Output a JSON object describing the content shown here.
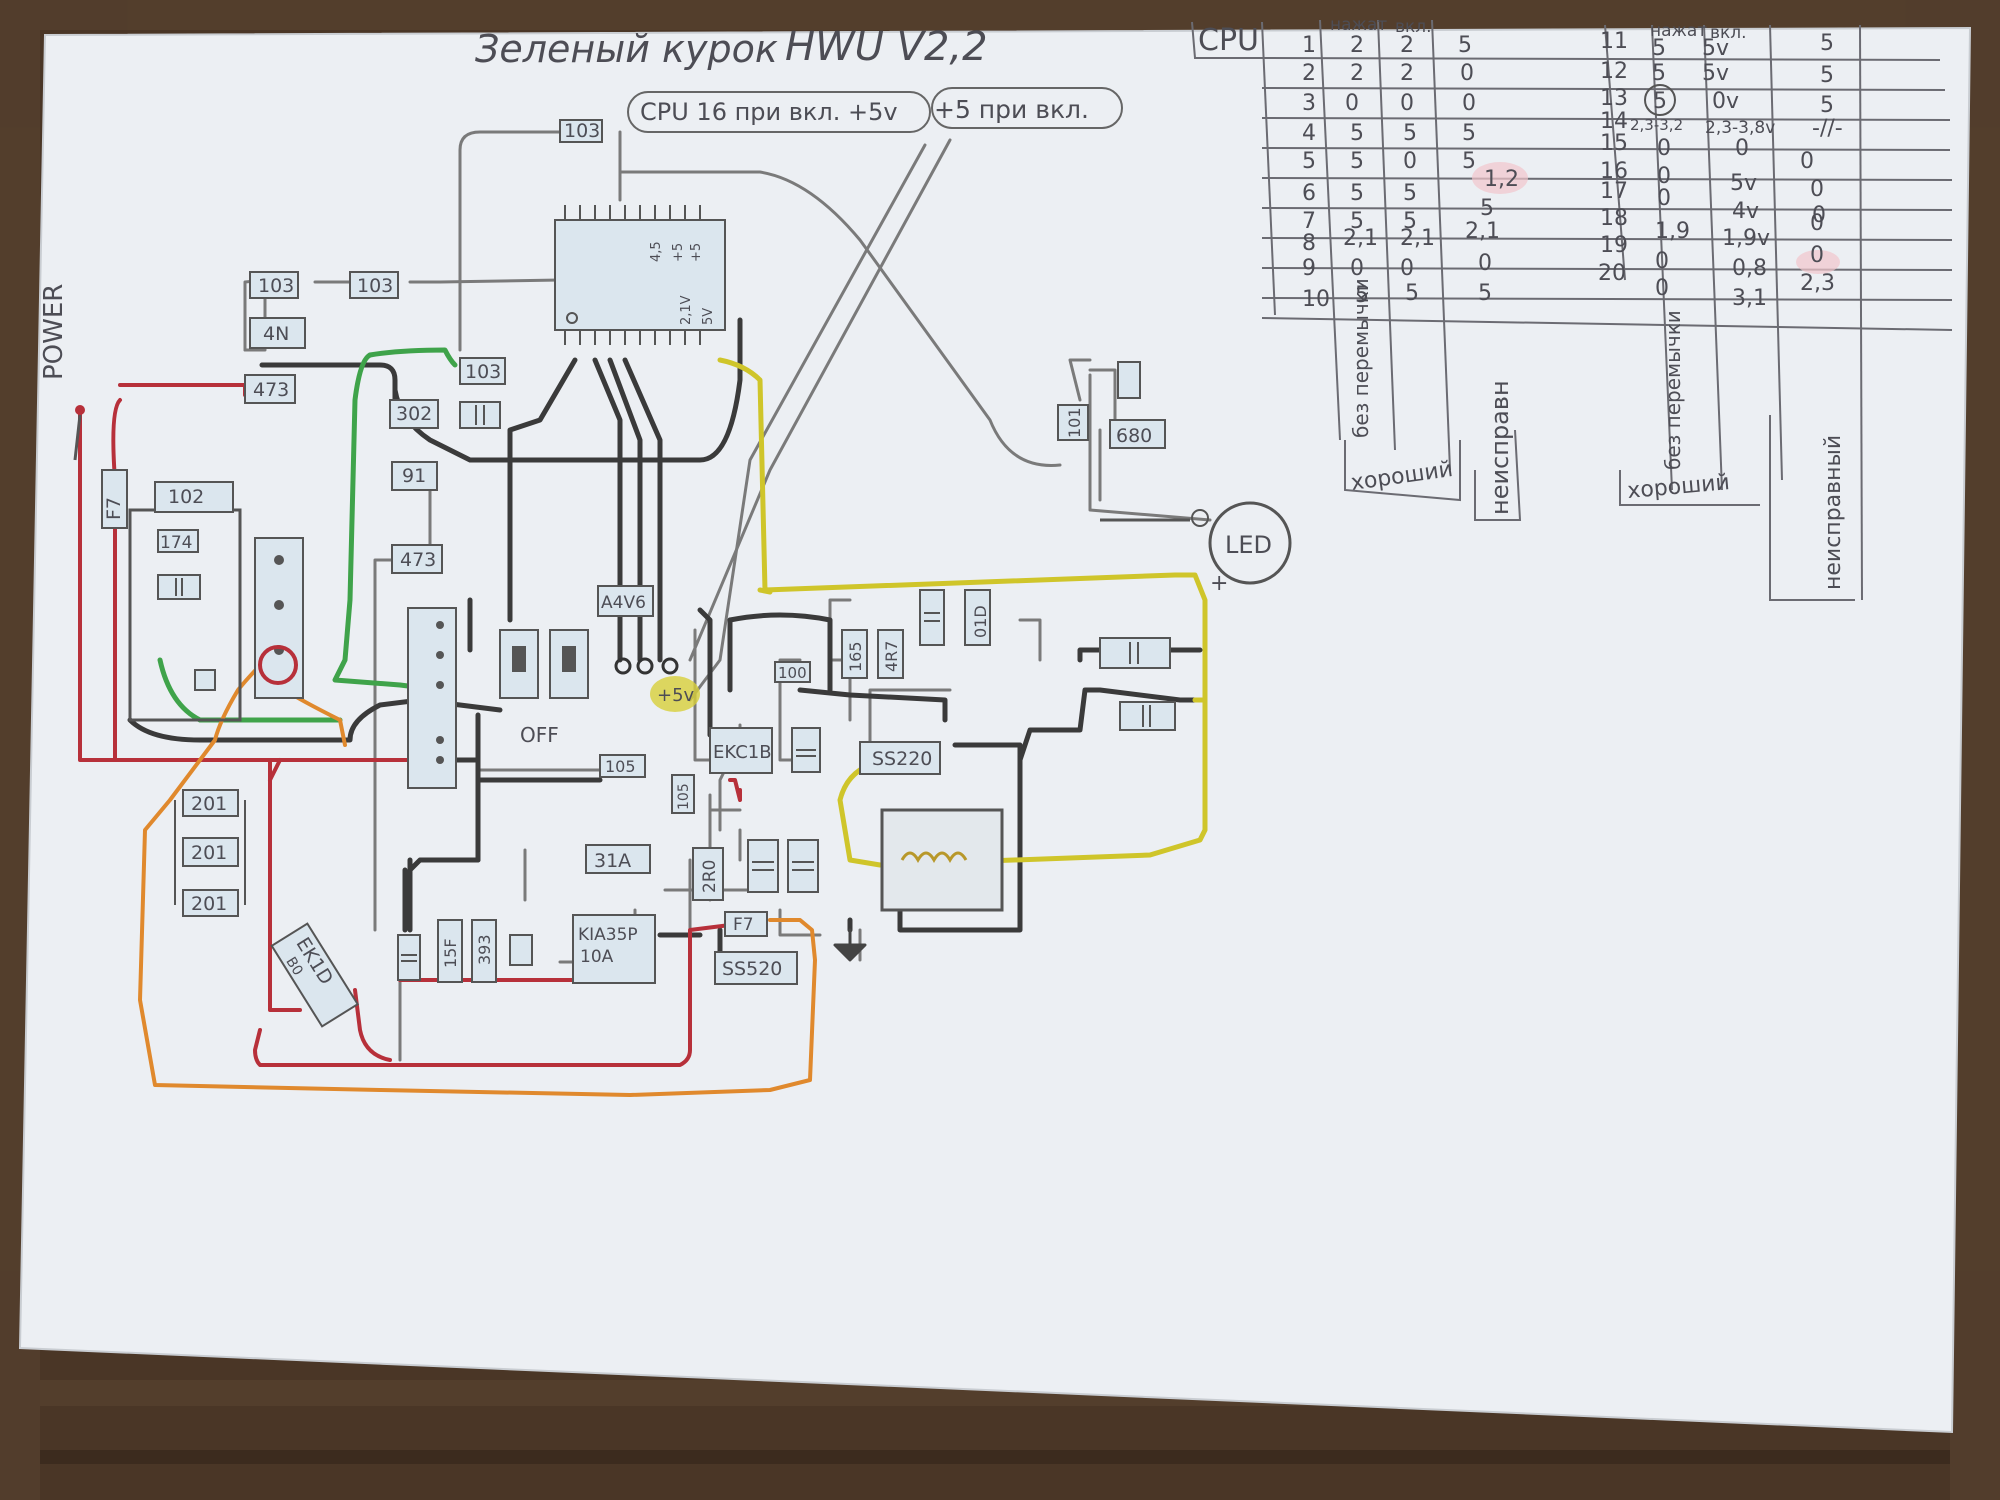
{
  "title_green": "Зеленый курок",
  "title_model": "HWU V2,2",
  "notes": {
    "cpu16": "CPU 16 при вкл. +5v",
    "plus5": "+5 при вкл."
  },
  "power_label": "POWER",
  "led_label": "LED",
  "off_label": "OFF",
  "plus5v_label": "+5v",
  "plus_sign": "+",
  "components": {
    "r103_top": "103",
    "r103_a": "103",
    "r103_b": "103",
    "r103_c": "103",
    "r4n": "4N",
    "r473_a": "473",
    "r473_b": "473",
    "r302": "302",
    "r91": "91",
    "r102": "102",
    "r174": "174",
    "fuse_power": "F7",
    "r101": "101",
    "r680": "680",
    "a4v6": "A4V6",
    "r165": "165",
    "r4r7": "4R7",
    "r01d": "01D",
    "r100": "100",
    "ekc1b": "EKC1B",
    "ss220": "SS220",
    "r105_a": "105",
    "r105_b": "105",
    "r31a": "31A",
    "r2r0": "2R0",
    "f7_low": "F7",
    "kia": "KIA35P",
    "kia_sub": "10A",
    "ss520": "SS520",
    "r15f": "15F",
    "r393": "393",
    "r201_a": "201",
    "r201_b": "201",
    "r201_c": "201",
    "ekid": "EK1D",
    "ekid_sub": "B0",
    "chip_pins": [
      "4,5",
      "+5",
      "+5",
      "2,1V",
      "5V"
    ]
  },
  "cpu_table": {
    "title": "CPU",
    "left_headers": [
      "нажат",
      "вкл."
    ],
    "right_headers": [
      "нажат",
      "вкл."
    ],
    "left_rows": [
      {
        "n": "1",
        "a": "2",
        "b": "2",
        "c": "5"
      },
      {
        "n": "2",
        "a": "2",
        "b": "2",
        "c": "0"
      },
      {
        "n": "3",
        "a": "0",
        "b": "0",
        "c": "0"
      },
      {
        "n": "4",
        "a": "5",
        "b": "5",
        "c": "5"
      },
      {
        "n": "5",
        "a": "5",
        "b": "0",
        "c": "5"
      },
      {
        "n": "6",
        "a": "5",
        "b": "5",
        "c": "1,2"
      },
      {
        "n": "7",
        "a": "5",
        "b": "5",
        "c": "5"
      },
      {
        "n": "8",
        "a": "2,1",
        "b": "2,1",
        "c": "2,1"
      },
      {
        "n": "9",
        "a": "0",
        "b": "0",
        "c": "0"
      },
      {
        "n": "10",
        "a": "5",
        "b": "5",
        "c": "5"
      }
    ],
    "right_rows": [
      {
        "n": "11",
        "a": "5",
        "b": "5v",
        "c": "5"
      },
      {
        "n": "12",
        "a": "5",
        "b": "5v",
        "c": "5"
      },
      {
        "n": "13",
        "a": "5",
        "b": "0v",
        "c": "5"
      },
      {
        "n": "14",
        "a": "2,3-3,2",
        "b": "2,3-3,8v",
        "c": "-//-"
      },
      {
        "n": "15",
        "a": "0",
        "b": "0",
        "c": "0"
      },
      {
        "n": "16",
        "a": "0",
        "b": "5v",
        "c": "0"
      },
      {
        "n": "17",
        "a": "0",
        "b": "4v",
        "c": "0"
      },
      {
        "n": "18",
        "a": "1,9",
        "b": "1,9v",
        "c": "0"
      },
      {
        "n": "19",
        "a": "0",
        "b": "0,8",
        "c": "0"
      },
      {
        "n": "20",
        "a": "0",
        "b": "3,1",
        "c": "2,3"
      }
    ],
    "footer_left": [
      "без перемычки",
      "хороший",
      "неисправн"
    ],
    "footer_right": [
      "без перемычки",
      "хороший",
      "неисправный"
    ]
  }
}
